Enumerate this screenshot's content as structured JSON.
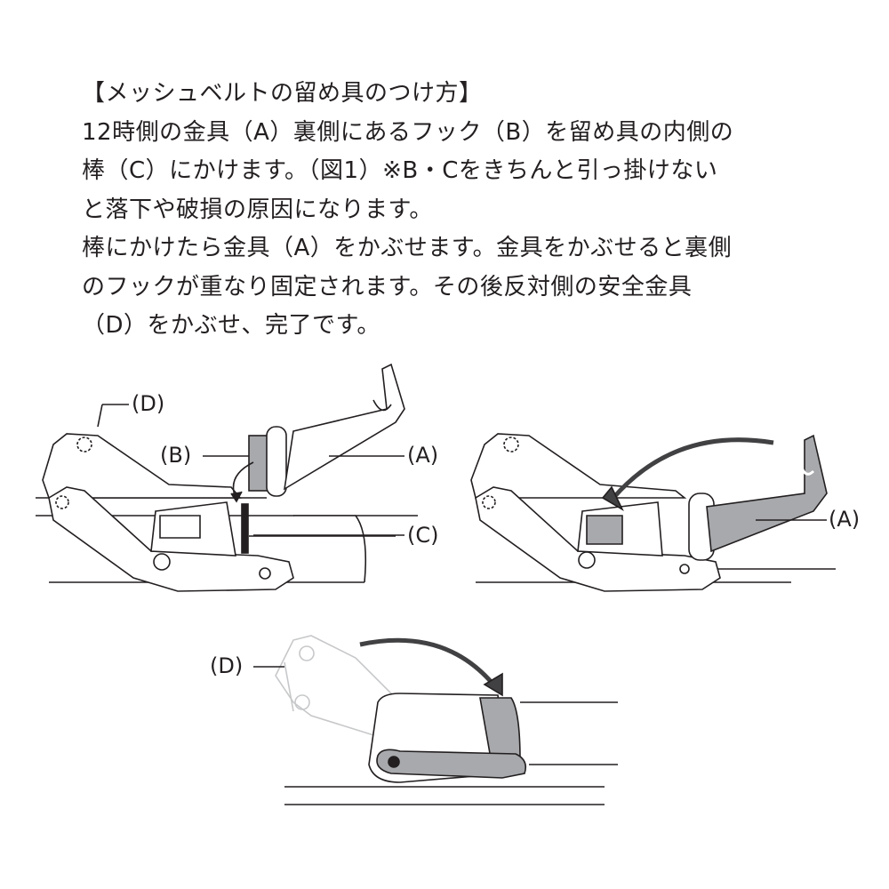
{
  "instructions": {
    "title": "【メッシュベルトの留め具のつけ方】",
    "lines": [
      "12時側の金具（A）裏側にあるフック（B）を留め具の内側の",
      "棒（C）にかけます。（図1）※B・Cをきちんと引っ掛けない",
      "と落下や破損の原因になります。",
      "棒にかけたら金具（A）をかぶせます。金具をかぶせると裏側",
      "のフックが重なり固定されます。その後反対側の安全金具",
      "（D）をかぶせ、完了です。"
    ]
  },
  "figures": {
    "fig1": {
      "labels": {
        "d": "(D)",
        "b": "(B)",
        "a": "(A)",
        "c": "(C)"
      }
    },
    "fig2": {
      "labels": {
        "a": "(A)"
      }
    },
    "fig3": {
      "labels": {
        "d": "(D)"
      }
    }
  },
  "colors": {
    "line": "#231f20",
    "fill_gray": "#a7a9ac"
  }
}
